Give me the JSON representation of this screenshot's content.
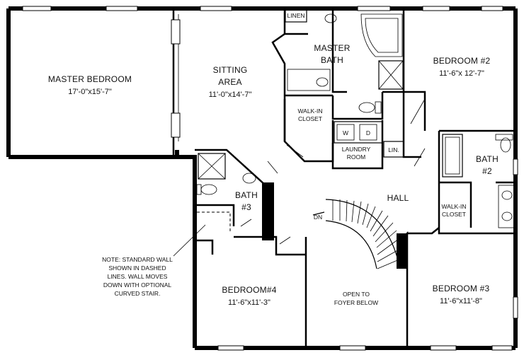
{
  "rooms": {
    "master_bedroom": {
      "name": "MASTER BEDROOM",
      "dim": "17'-0\"x15'-7\""
    },
    "sitting_area": {
      "name_1": "SITTING",
      "name_2": "AREA",
      "dim": "11'-0\"x14'-7\""
    },
    "master_bath": {
      "name_1": "MASTER",
      "name_2": "BATH"
    },
    "linen": {
      "name": "LINEN"
    },
    "walkin_closet_master": {
      "name_1": "WALK-IN",
      "name_2": "CLOSET"
    },
    "laundry": {
      "w": "W",
      "d": "D",
      "name_1": "LAUNDRY",
      "name_2": "ROOM"
    },
    "lin": {
      "name": "LIN."
    },
    "bedroom2": {
      "name": "BEDROOM #2",
      "dim": "11'-6\"x 12'-7\""
    },
    "bath2": {
      "name_1": "BATH",
      "name_2": "#2"
    },
    "walkin_closet_2": {
      "name_1": "WALK-IN",
      "name_2": "CLOSET"
    },
    "bath3": {
      "name_1": "BATH",
      "name_2": "#3"
    },
    "hall": {
      "name": "HALL"
    },
    "stair": {
      "dn": "DN"
    },
    "bedroom4": {
      "name": "BEDROOM#4",
      "dim": "11'-6\"x11'-3\""
    },
    "open_foyer": {
      "line_1": "OPEN TO",
      "line_2": "FOYER BELOW"
    },
    "bedroom3": {
      "name": "BEDROOM #3",
      "dim": "11'-6\"x11'-8\""
    }
  },
  "note": {
    "line_1": "NOTE: STANDARD WALL",
    "line_2": "SHOWN IN DASHED",
    "line_3": "LINES. WALL MOVES",
    "line_4": "DOWN WITH OPTIONAL",
    "line_5": "CURVED STAIR."
  }
}
